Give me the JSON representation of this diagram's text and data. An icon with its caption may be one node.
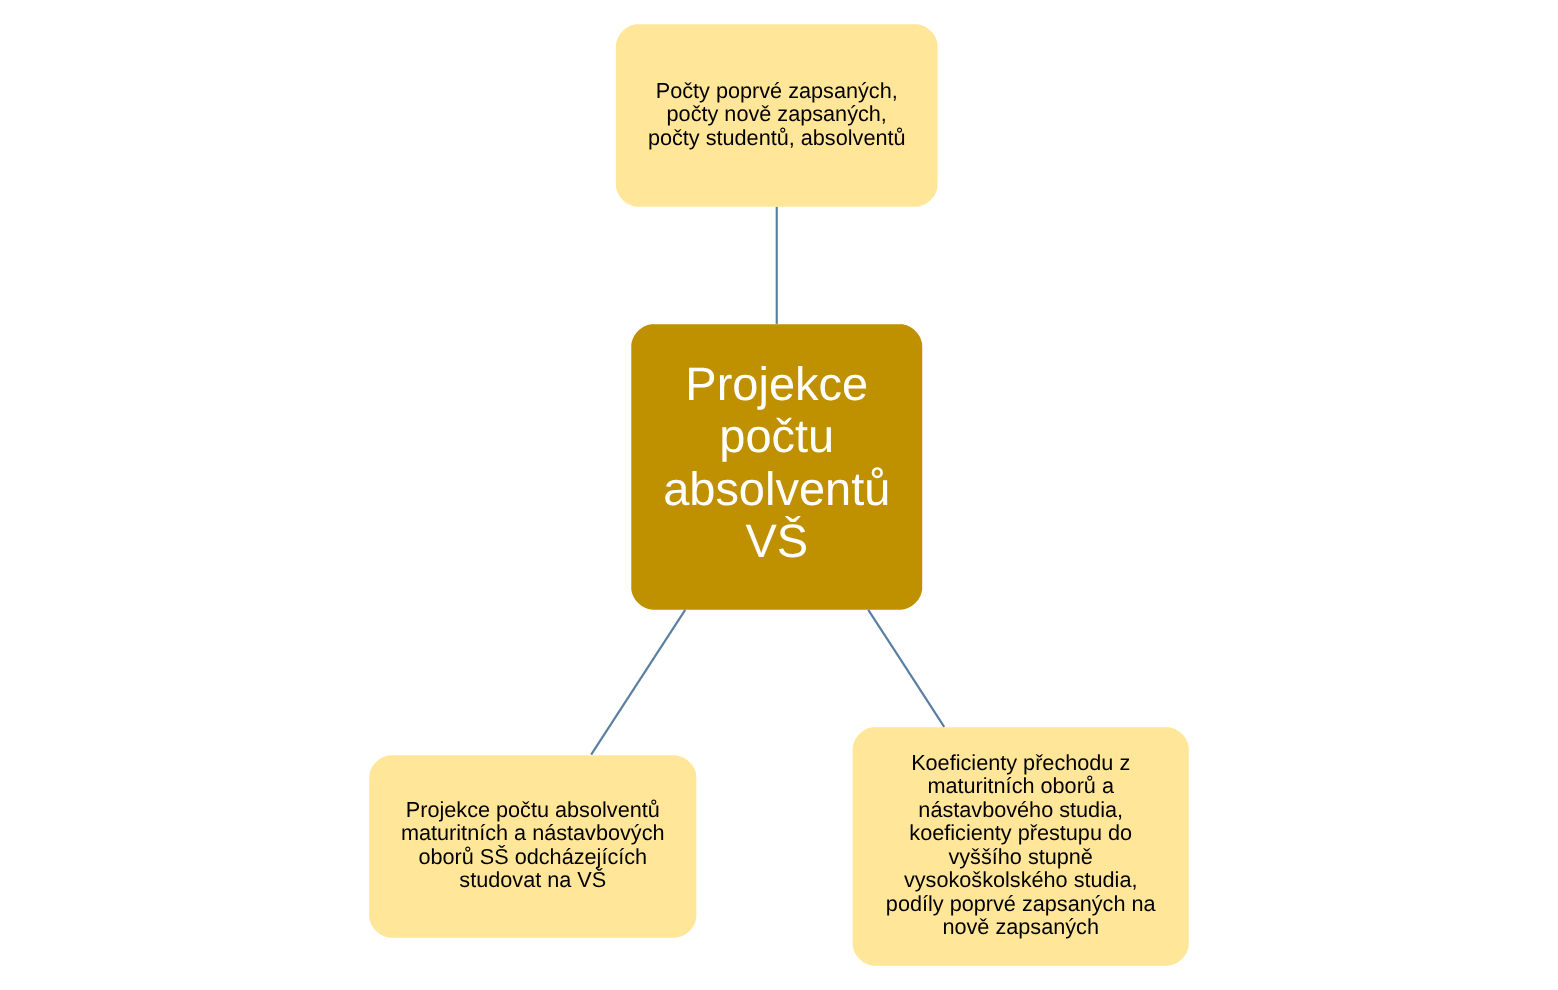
{
  "diagram": {
    "nodes": [
      {
        "text": [
          "Počty poprvé zapsaných, počty nově zapsaných, počty studentů, absolventů"
        ]
      },
      {
        "text": [
          "Projekce počtu absolventů VŠ"
        ]
      },
      {
        "text": [
          "Projekce počtu absolventů maturitních a nástavbových oborů SŠ odcházejících studovat na VŠ"
        ]
      },
      {
        "text": [
          "Koeficienty přechodu z maturitních oborů a nástavbového studia, koeficienty přestupu do vyššího stupně vysokoškolského studia, podíly poprvé zapsaných na nově zapsaných"
        ]
      }
    ],
    "edges": [
      {
        "from": 1,
        "to": 0,
        "arrow": "none"
      },
      {
        "from": 1,
        "to": 2,
        "arrow": "none"
      },
      {
        "from": 1,
        "to": 3,
        "arrow": "none"
      }
    ]
  }
}
